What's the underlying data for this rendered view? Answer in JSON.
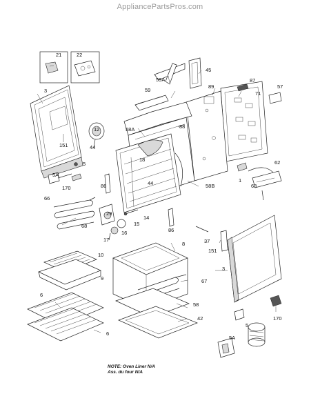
{
  "header": {
    "site": "AppliancePartsPros.com"
  },
  "note": {
    "line1": "NOTE: Oven Liner N/A",
    "line2": "Ass. du four N/A"
  },
  "parts": {
    "p21": "21",
    "p22": "22",
    "p3a": "3",
    "p151a": "151",
    "p5a": "5",
    "p5Aa": "5A",
    "p170a": "170",
    "p12": "12",
    "p44a": "44",
    "p59A": "59A",
    "p59": "59",
    "p45": "45",
    "p89": "89",
    "p87": "87",
    "p71": "71",
    "p57": "57",
    "p88": "88",
    "p58A": "58A",
    "p18": "18",
    "p44b": "44",
    "p86a": "86",
    "p58B": "58B",
    "p1": "1",
    "p62": "62",
    "p63": "63",
    "p66": "66",
    "p68": "68",
    "p29": "29",
    "p14": "14",
    "p15": "15",
    "p16": "16",
    "p17": "17",
    "p86b": "86",
    "p37": "37",
    "p151b": "151",
    "p3b": "3",
    "p8": "8",
    "p10": "10",
    "p9": "9",
    "p67": "67",
    "p58": "58",
    "p6a": "6",
    "p6b": "6",
    "p42": "42",
    "p5Ab": "5A",
    "p5b": "5",
    "p170b": "170"
  }
}
